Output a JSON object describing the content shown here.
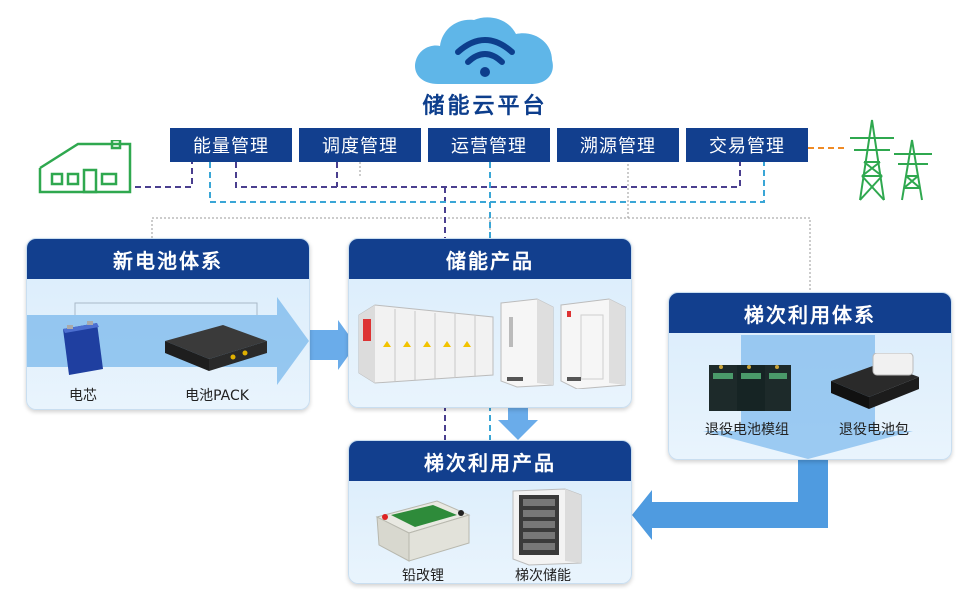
{
  "platform": {
    "title": "储能云平台"
  },
  "management": [
    "能量管理",
    "调度管理",
    "运营管理",
    "溯源管理",
    "交易管理"
  ],
  "panels": {
    "new_battery": {
      "title": "新电池体系",
      "items": [
        "电芯",
        "电池PACK"
      ]
    },
    "storage_products": {
      "title": "储能产品"
    },
    "cascade_system": {
      "title": "梯次利用体系",
      "items": [
        "退役电池模组",
        "退役电池包"
      ]
    },
    "cascade_products": {
      "title": "梯次利用产品",
      "items": [
        "铅改锂",
        "梯次储能"
      ]
    }
  },
  "colors": {
    "navy": "#123f8e",
    "arrow_blue": "#4f9be0",
    "dashed_purple": "#4a3f8f",
    "dashed_cyan": "#3aa6d6",
    "green": "#2fa84f",
    "orange": "#f08a24"
  },
  "icons": [
    "cloud-wifi-icon",
    "house-icon",
    "power-tower-icon"
  ]
}
